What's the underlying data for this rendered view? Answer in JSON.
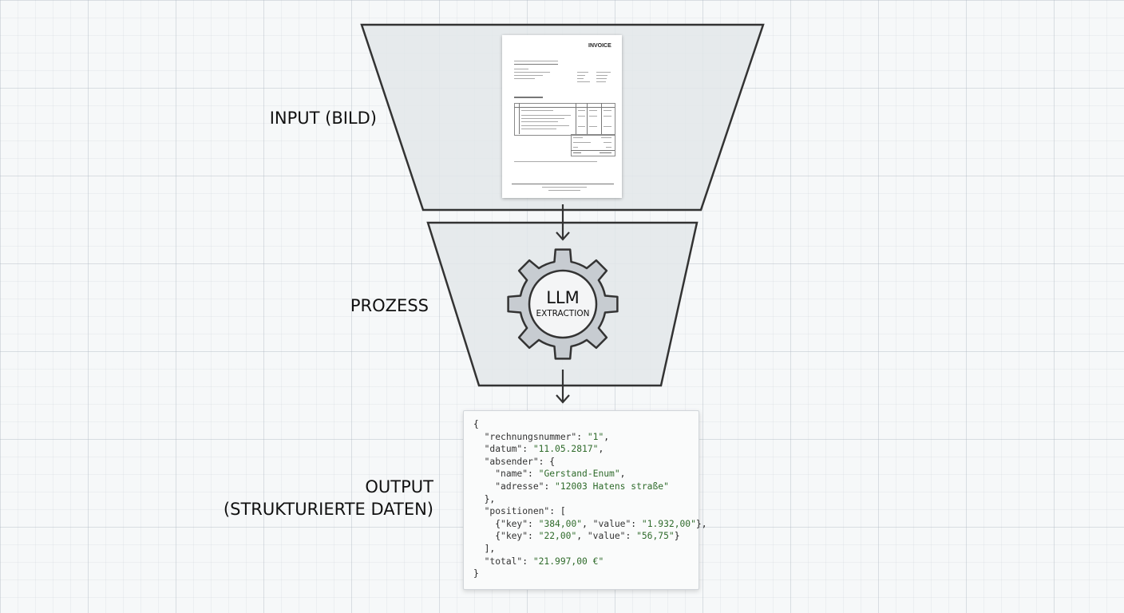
{
  "stages": {
    "input_label": "INPUT (BILD)",
    "process_label": "PROZESS",
    "output_label_line1": "OUTPUT",
    "output_label_line2": "(STRUKTURIERTE DATEN)"
  },
  "invoice": {
    "title": "INVOICE"
  },
  "gear": {
    "title": "LLM",
    "subtitle": "EXTRACTION"
  },
  "json_output": {
    "lines": [
      [
        {
          "t": "p",
          "v": "{"
        }
      ],
      [
        {
          "t": "p",
          "v": "  "
        },
        {
          "t": "k",
          "v": "\"rechnungsnummer\""
        },
        {
          "t": "p",
          "v": ": "
        },
        {
          "t": "s",
          "v": "\"1\""
        },
        {
          "t": "p",
          "v": ","
        }
      ],
      [
        {
          "t": "p",
          "v": "  "
        },
        {
          "t": "k",
          "v": "\"datum\""
        },
        {
          "t": "p",
          "v": ": "
        },
        {
          "t": "s",
          "v": "\"11.05.2817\""
        },
        {
          "t": "p",
          "v": ","
        }
      ],
      [
        {
          "t": "p",
          "v": "  "
        },
        {
          "t": "k",
          "v": "\"absender\""
        },
        {
          "t": "p",
          "v": ": {"
        }
      ],
      [
        {
          "t": "p",
          "v": "    "
        },
        {
          "t": "k",
          "v": "\"name\""
        },
        {
          "t": "p",
          "v": ": "
        },
        {
          "t": "s",
          "v": "\"Gerstand-Enum\""
        },
        {
          "t": "p",
          "v": ","
        }
      ],
      [
        {
          "t": "p",
          "v": "    "
        },
        {
          "t": "k",
          "v": "\"adresse\""
        },
        {
          "t": "p",
          "v": ": "
        },
        {
          "t": "s",
          "v": "\"12003 Hatens straße\""
        }
      ],
      [
        {
          "t": "p",
          "v": "  },"
        }
      ],
      [
        {
          "t": "p",
          "v": "  "
        },
        {
          "t": "k",
          "v": "\"positionen\""
        },
        {
          "t": "p",
          "v": ": ["
        }
      ],
      [
        {
          "t": "p",
          "v": "    {"
        },
        {
          "t": "k",
          "v": "\"key\""
        },
        {
          "t": "p",
          "v": ": "
        },
        {
          "t": "s",
          "v": "\"384,00\""
        },
        {
          "t": "p",
          "v": ", "
        },
        {
          "t": "k",
          "v": "\"value\""
        },
        {
          "t": "p",
          "v": ": "
        },
        {
          "t": "s",
          "v": "\"1.932,00\""
        },
        {
          "t": "p",
          "v": "},"
        }
      ],
      [
        {
          "t": "p",
          "v": "    {"
        },
        {
          "t": "k",
          "v": "\"key\""
        },
        {
          "t": "p",
          "v": ": "
        },
        {
          "t": "s",
          "v": "\"22,00\""
        },
        {
          "t": "p",
          "v": ", "
        },
        {
          "t": "k",
          "v": "\"value\""
        },
        {
          "t": "p",
          "v": ": "
        },
        {
          "t": "s",
          "v": "\"56,75\""
        },
        {
          "t": "p",
          "v": "}"
        }
      ],
      [
        {
          "t": "p",
          "v": "  ],"
        }
      ],
      [
        {
          "t": "p",
          "v": "  "
        },
        {
          "t": "k",
          "v": "\"total\""
        },
        {
          "t": "p",
          "v": ": "
        },
        {
          "t": "s",
          "v": "\"21.997,00 €\""
        }
      ],
      [
        {
          "t": "p",
          "v": "}"
        }
      ]
    ]
  },
  "colors": {
    "funnel_fill": "#e4e8eb",
    "funnel_stroke": "#333333",
    "gear_fill": "#c7ccd1",
    "json_string": "#2f6b2b"
  }
}
